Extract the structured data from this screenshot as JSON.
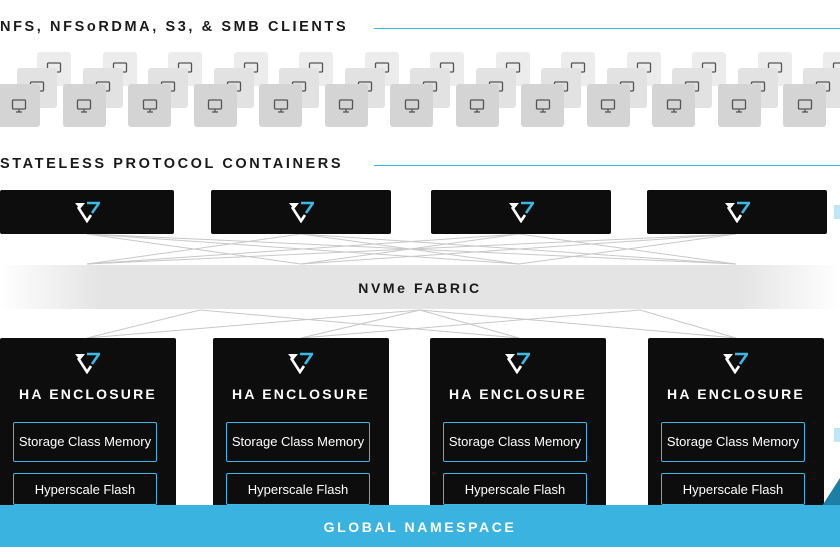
{
  "clients": {
    "title": "NFS, NFSoRDMA, S3, & SMB CLIENTS",
    "icon": "monitor-icon",
    "count": 13
  },
  "containers": {
    "title": "STATELESS PROTOCOL CONTAINERS",
    "logo_icon": "vast-logo-icon",
    "count": 4
  },
  "fabric": {
    "label": "NVMe FABRIC"
  },
  "enclosures": [
    {
      "title": "HA ENCLOSURE",
      "memory": "Storage Class Memory",
      "flash": "Hyperscale Flash"
    },
    {
      "title": "HA ENCLOSURE",
      "memory": "Storage Class Memory",
      "flash": "Hyperscale Flash"
    },
    {
      "title": "HA ENCLOSURE",
      "memory": "Storage Class Memory",
      "flash": "Hyperscale Flash"
    },
    {
      "title": "HA ENCLOSURE",
      "memory": "Storage Class Memory",
      "flash": "Hyperscale Flash"
    }
  ],
  "namespace": {
    "label": "GLOBAL NAMESPACE"
  },
  "colors": {
    "accent": "#3ab3e0",
    "box": "#0d0d0d",
    "client_front": "#d4d4d4",
    "client_back": "#ececec",
    "fabric_band": "#e4e4e4"
  }
}
